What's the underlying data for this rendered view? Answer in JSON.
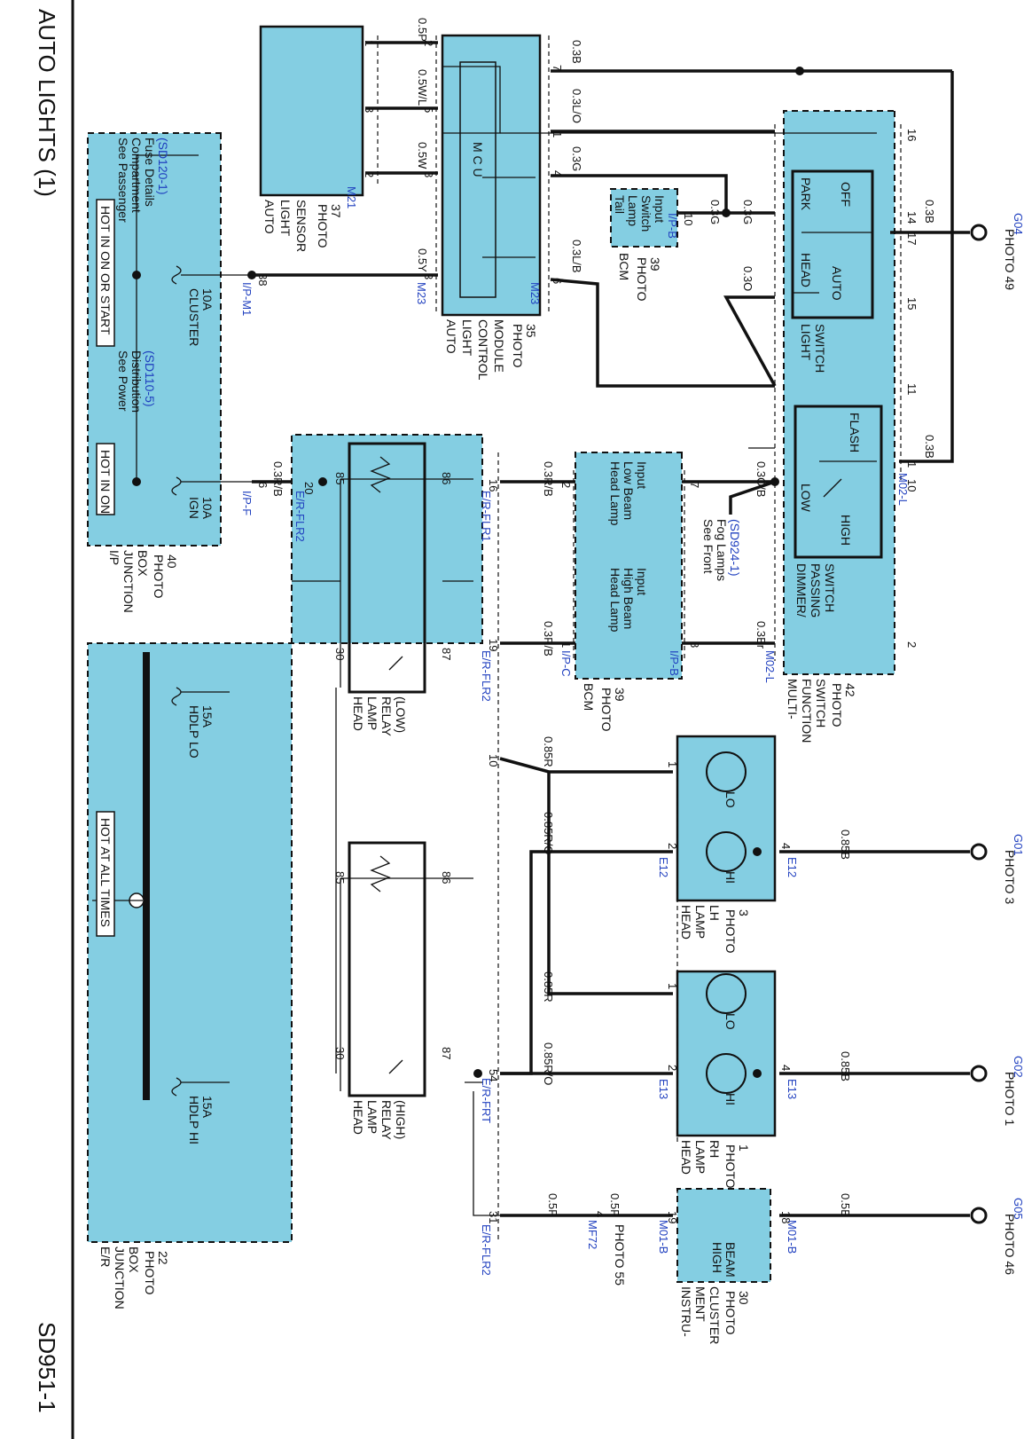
{
  "title": "AUTO LIGHTS (1)",
  "page_code": "SD951-1",
  "hot_labels": {
    "on_or_start": "HOT IN ON OR START",
    "on": "HOT IN ON",
    "all_times": "HOT AT ALL TIMES"
  },
  "references": {
    "passenger_fuse": [
      "See Passenger",
      "Compartment",
      "Fuse Details"
    ],
    "passenger_fuse_ref": "(SD120-1)",
    "power_dist": [
      "See Power",
      "Distribution"
    ],
    "power_dist_ref": "(SD110-5)",
    "fog": [
      "See Front",
      "Fog Lamps"
    ],
    "fog_ref": "(SD924-1)"
  },
  "fuses": {
    "cluster": [
      "CLUSTER",
      "10A"
    ],
    "ign": [
      "IGN",
      "10A"
    ],
    "hdlp_lo": [
      "HDLP LO",
      "15A"
    ],
    "hdlp_hi": [
      "HDLP HI",
      "15A"
    ]
  },
  "components": {
    "auto_light_sensor": [
      "AUTO",
      "LIGHT",
      "SENSOR"
    ],
    "auto_light_sensor_photo": [
      "PHOTO",
      "37"
    ],
    "alcm": [
      "AUTO",
      "LIGHT",
      "CONTROL",
      "MODULE"
    ],
    "alcm_photo": [
      "PHOTO",
      "35"
    ],
    "mcu": "M C U",
    "bcm_tail": [
      "Tail",
      "Lamp",
      "Switch",
      "Input"
    ],
    "bcm1": "BCM",
    "bcm1_photo": [
      "PHOTO",
      "39"
    ],
    "light_switch": [
      "LIGHT",
      "SWITCH"
    ],
    "dimmer_switch": [
      "DIMMER/",
      "PASSING",
      "SWITCH"
    ],
    "mfs": [
      "MULTI-",
      "FUNCTION",
      "SWITCH"
    ],
    "mfs_photo": [
      "PHOTO",
      "42"
    ],
    "switch_positions": {
      "park": "PARK",
      "off": "OFF",
      "head": "HEAD",
      "auto": "AUTO",
      "flash": "FLASH",
      "low": "LOW",
      "high": "HIGH"
    },
    "bcm_low": [
      "Head Lamp",
      "Low Beam",
      "Input"
    ],
    "bcm_high": [
      "Head Lamp",
      "High Beam",
      "Input"
    ],
    "bcm2": "BCM",
    "bcm2_photo": [
      "PHOTO",
      "39"
    ],
    "ip_jb": [
      "I/P",
      "JUNCTION",
      "BOX"
    ],
    "ip_jb_photo": [
      "PHOTO",
      "40"
    ],
    "relay_low": [
      "HEAD",
      "LAMP",
      "RELAY",
      "(LOW)"
    ],
    "relay_high": [
      "HEAD",
      "LAMP",
      "RELAY",
      "(HIGH)"
    ],
    "er_jb": [
      "E/R",
      "JUNCTION",
      "BOX"
    ],
    "er_jb_photo": [
      "PHOTO",
      "22"
    ],
    "lamp_lh": [
      "HEAD",
      "LAMP",
      "LH"
    ],
    "lamp_lh_photo": [
      "PHOTO",
      "3"
    ],
    "lamp_rh": [
      "HEAD",
      "LAMP",
      "RH"
    ],
    "lamp_rh_photo": [
      "PHOTO",
      "1"
    ],
    "lo": "LO",
    "hi": "HI",
    "cluster": [
      "INSTRU-",
      "MENT",
      "CLUSTER"
    ],
    "cluster_photo": [
      "PHOTO",
      "30"
    ],
    "high_beam": [
      "HIGH",
      "BEAM"
    ]
  },
  "grounds": [
    {
      "id": "G04",
      "photo": "PHOTO 49"
    },
    {
      "id": "G01",
      "photo": "PHOTO 3"
    },
    {
      "id": "G02",
      "photo": "PHOTO 1"
    },
    {
      "id": "G05",
      "photo": "PHOTO 46"
    }
  ],
  "connectors": {
    "m21": "M21",
    "m23": "M23",
    "ipb": "I/P-B",
    "ipm1": "I/P-M1",
    "ipf": "I/P-F",
    "ipc": "I/P-C",
    "m02l": "M02-L",
    "erflr1": "E/R-FLR1",
    "erflr2": "E/R-FLR2",
    "erfrt": "E/R-FRT",
    "e12": "E12",
    "e13": "E13",
    "m01b": "M01-B",
    "mf72": "MF72",
    "mf72_photo": "PHOTO 55"
  },
  "wires": {
    "w03b": "0.3B",
    "w03lo": "0.3L/O",
    "w03g": "0.3G",
    "w03o": "0.3O",
    "w03lb": "0.3L/B",
    "w05p": "0.5P",
    "w05wl": "0.5W/L",
    "w05w": "0.5W",
    "w05y": "0.5Y",
    "w03rb": "0.3R/B",
    "w03ob": "0.3O/B",
    "w03br": "0.3Br",
    "w03rsb": "0.3R/B",
    "w085r": "0.85R",
    "w085ro": "0.85R/O",
    "w085b": "0.85B",
    "w05b": "0.5B"
  },
  "pins": {
    "p1": "1",
    "p2": "2",
    "p3": "3",
    "p4": "4",
    "p5": "5",
    "p6": "6",
    "p7": "7",
    "p8": "8",
    "p10": "10",
    "p11": "11",
    "p14": "14",
    "p15": "15",
    "p16": "16",
    "p17": "17",
    "p18": "18",
    "p19": "19",
    "p20": "20",
    "p30": "30",
    "p31": "31",
    "p38": "38",
    "p54": "54",
    "p85": "85",
    "p86": "86",
    "p87": "87"
  }
}
